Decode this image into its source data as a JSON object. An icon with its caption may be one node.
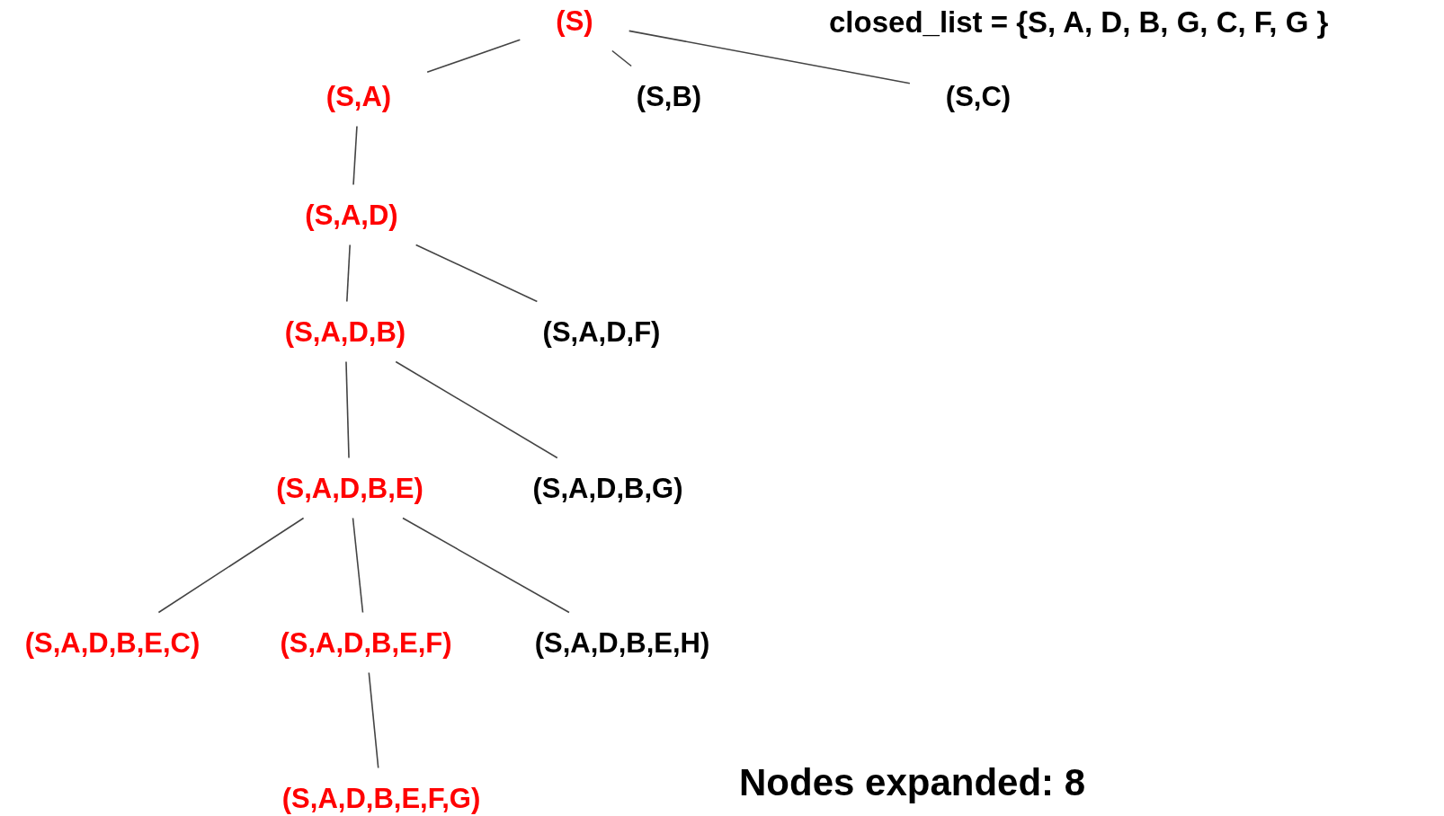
{
  "diagram": {
    "nodes": [
      {
        "text": [
          "(S)"
        ]
      },
      {
        "text": [
          "(S,A)"
        ]
      },
      {
        "text": [
          "(S,B)"
        ]
      },
      {
        "text": [
          "(S,C)"
        ]
      },
      {
        "text": [
          "(S,A,D)"
        ]
      },
      {
        "text": [
          "(S,A,D,B)"
        ]
      },
      {
        "text": [
          "(S,A,D,F)"
        ]
      },
      {
        "text": [
          "(S,A,D,B,E)"
        ]
      },
      {
        "text": [
          "(S,A,D,B,G)"
        ]
      },
      {
        "text": [
          "(S,A,D,B,E,C)"
        ]
      },
      {
        "text": [
          "(S,A,D,B,E,F)"
        ]
      },
      {
        "text": [
          "(S,A,D,B,E,H)"
        ]
      },
      {
        "text": [
          "(S,A,D,B,E,F,G)"
        ]
      }
    ],
    "edges": [
      {
        "from": 0,
        "to": 1,
        "arrow": "none"
      },
      {
        "from": 0,
        "to": 2,
        "arrow": "none"
      },
      {
        "from": 0,
        "to": 3,
        "arrow": "none"
      },
      {
        "from": 1,
        "to": 4,
        "arrow": "none"
      },
      {
        "from": 4,
        "to": 5,
        "arrow": "none"
      },
      {
        "from": 4,
        "to": 6,
        "arrow": "none"
      },
      {
        "from": 5,
        "to": 7,
        "arrow": "none"
      },
      {
        "from": 5,
        "to": 8,
        "arrow": "none"
      },
      {
        "from": 7,
        "to": 9,
        "arrow": "none"
      },
      {
        "from": 7,
        "to": 10,
        "arrow": "none"
      },
      {
        "from": 7,
        "to": 11,
        "arrow": "none"
      },
      {
        "from": 10,
        "to": 12,
        "arrow": "none"
      }
    ],
    "labels": [
      "closed_list = {S, A, D, B, G, C, F, G }",
      "Nodes expanded: 8"
    ]
  }
}
